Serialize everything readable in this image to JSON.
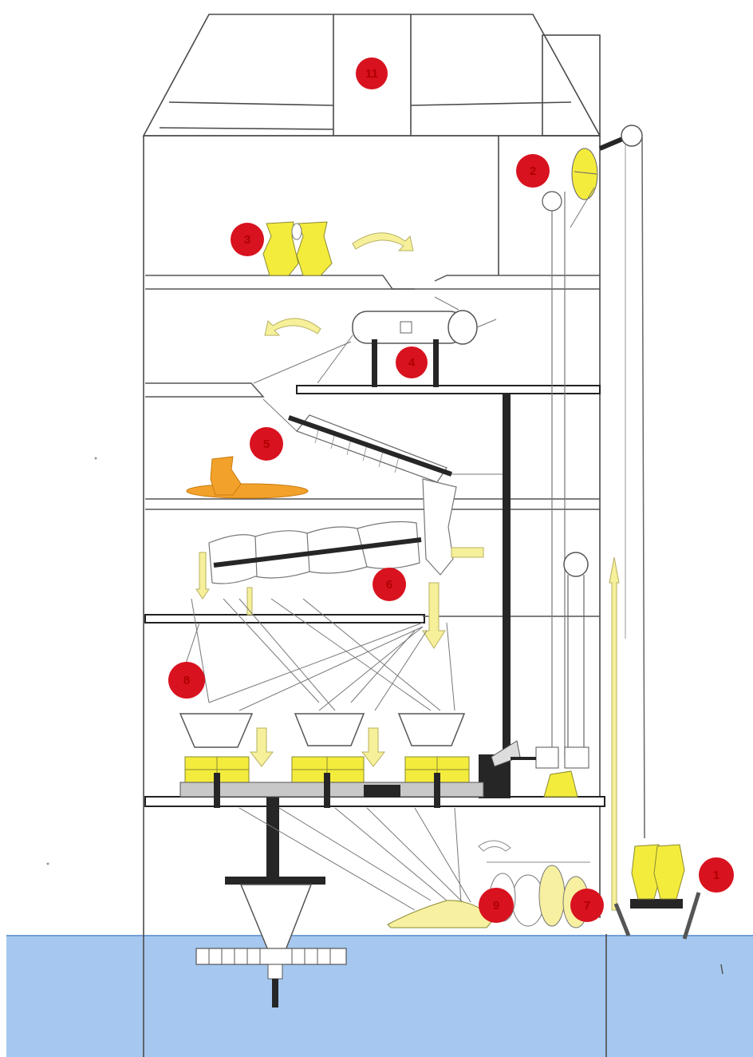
{
  "diagram": {
    "subject": "Grain mill building cross-section with numbered processing stations",
    "colors": {
      "water": "#a6c8f0",
      "water_dark": "#7fb0e8",
      "marker": "#d8121f",
      "marker_text": "#a00000",
      "sack_yellow": "#f4ec3c",
      "arrow_yellow": "#f6f09a",
      "orange": "#f2a22a",
      "beam_dark": "#262626",
      "line": "#5a5a5a"
    },
    "markers": [
      {
        "id": "m11",
        "label": "11"
      },
      {
        "id": "m2",
        "label": "2"
      },
      {
        "id": "m3",
        "label": "3"
      },
      {
        "id": "m4",
        "label": "4"
      },
      {
        "id": "m5",
        "label": "5"
      },
      {
        "id": "m6",
        "label": "6"
      },
      {
        "id": "m8",
        "label": "8"
      },
      {
        "id": "m1",
        "label": "1"
      },
      {
        "id": "m9",
        "label": "9"
      },
      {
        "id": "m7",
        "label": "7"
      }
    ],
    "water_label": ""
  }
}
